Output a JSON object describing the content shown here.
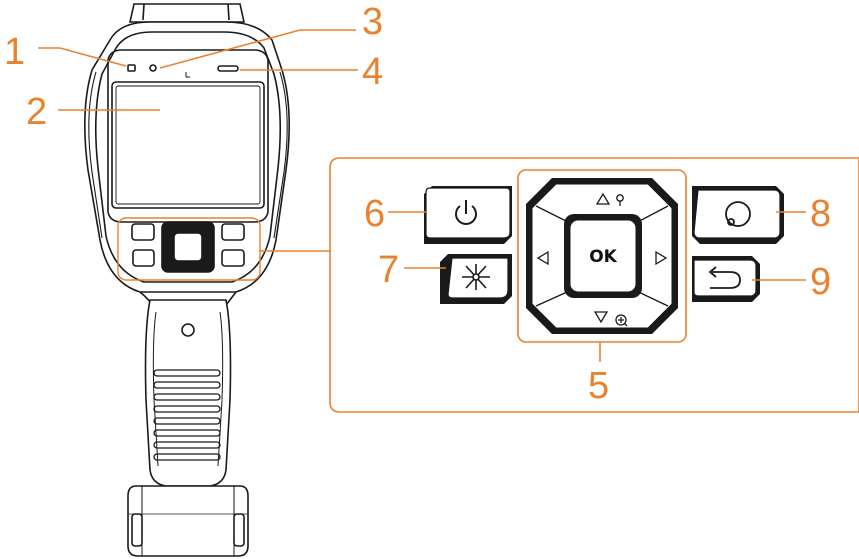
{
  "diagram": {
    "accent_color": "#e8822f",
    "outline_color": "#1a1a1a",
    "callouts": [
      {
        "id": "1",
        "label": "1",
        "part": "indicator"
      },
      {
        "id": "2",
        "label": "2",
        "part": "screen"
      },
      {
        "id": "3",
        "label": "3",
        "part": "light-sensor"
      },
      {
        "id": "4",
        "label": "4",
        "part": "speaker"
      },
      {
        "id": "5",
        "label": "5",
        "part": "navigation-keys"
      },
      {
        "id": "6",
        "label": "6",
        "part": "power-button"
      },
      {
        "id": "7",
        "label": "7",
        "part": "laser-button"
      },
      {
        "id": "8",
        "label": "8",
        "part": "capture-button"
      },
      {
        "id": "9",
        "label": "9",
        "part": "back-button"
      }
    ],
    "keypad": {
      "ok_label": "OK",
      "icons": {
        "power": "power-icon",
        "laser": "laser-icon",
        "capture": "capture-icon",
        "back": "back-arrow-icon",
        "up": "up-arrow-icon",
        "down": "down-arrow-icon",
        "left": "left-arrow-icon",
        "right": "right-arrow-icon",
        "flashlight": "flashlight-icon",
        "zoom": "zoom-icon"
      }
    }
  }
}
